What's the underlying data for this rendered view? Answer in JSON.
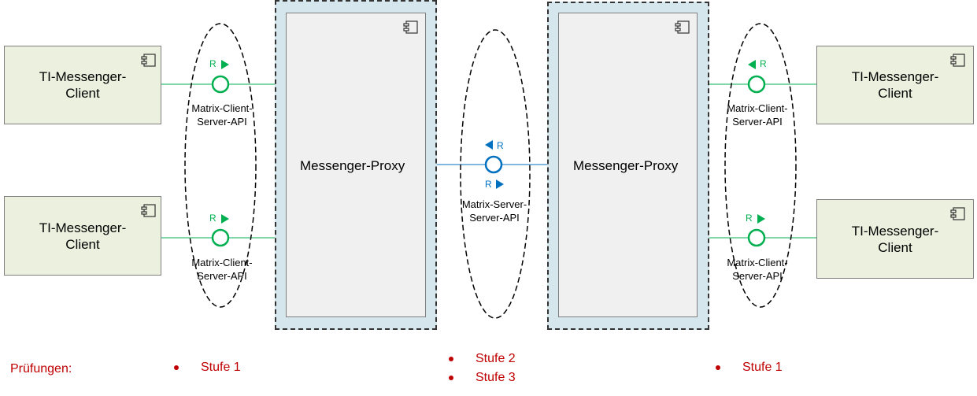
{
  "clients": [
    {
      "label": "TI-Messenger-\nClient"
    },
    {
      "label": "TI-Messenger-\nClient"
    },
    {
      "label": "TI-Messenger-\nClient"
    },
    {
      "label": "TI-Messenger-\nClient"
    }
  ],
  "proxies": [
    {
      "label": "Messenger-Proxy"
    },
    {
      "label": "Messenger-Proxy"
    }
  ],
  "interfaces": {
    "client_server_api": "Matrix-Client-\nServer-API",
    "server_server_api": "Matrix-Server-\nServer-API",
    "role_label": "R"
  },
  "checks": {
    "title": "Prüfungen:",
    "left": [
      "Stufe 1"
    ],
    "middle": [
      "Stufe 2",
      "Stufe 3"
    ],
    "right": [
      "Stufe 1"
    ]
  },
  "colors": {
    "client_fill": "#ebf1de",
    "proxy_fill": "#d5e6ed",
    "client_interface": "#00b050",
    "server_interface": "#0070c0",
    "check_text": "#c00000"
  },
  "icons": [
    "component-icon"
  ]
}
